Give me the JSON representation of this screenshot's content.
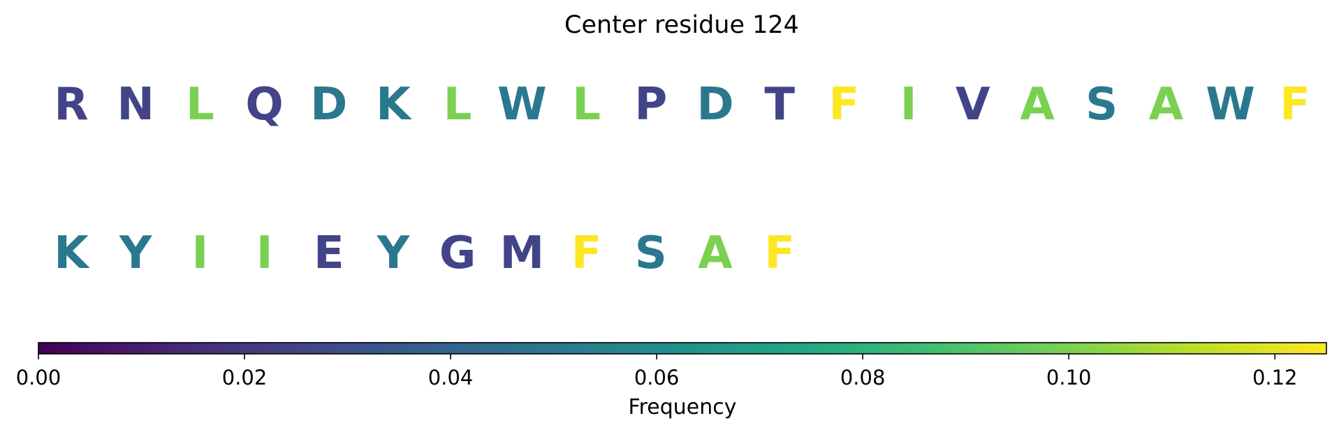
{
  "chart_data": {
    "type": "sequence-frequency",
    "title": "Center residue 124",
    "rows": [
      {
        "residues": [
          {
            "letter": "R",
            "frequency": 0.025
          },
          {
            "letter": "N",
            "frequency": 0.025
          },
          {
            "letter": "L",
            "frequency": 0.1
          },
          {
            "letter": "Q",
            "frequency": 0.025
          },
          {
            "letter": "D",
            "frequency": 0.05
          },
          {
            "letter": "K",
            "frequency": 0.05
          },
          {
            "letter": "L",
            "frequency": 0.1
          },
          {
            "letter": "W",
            "frequency": 0.05
          },
          {
            "letter": "L",
            "frequency": 0.1
          },
          {
            "letter": "P",
            "frequency": 0.025
          },
          {
            "letter": "D",
            "frequency": 0.05
          },
          {
            "letter": "T",
            "frequency": 0.025
          },
          {
            "letter": "F",
            "frequency": 0.125
          },
          {
            "letter": "I",
            "frequency": 0.1
          },
          {
            "letter": "V",
            "frequency": 0.025
          },
          {
            "letter": "A",
            "frequency": 0.1
          },
          {
            "letter": "S",
            "frequency": 0.05
          },
          {
            "letter": "A",
            "frequency": 0.1
          },
          {
            "letter": "W",
            "frequency": 0.05
          },
          {
            "letter": "F",
            "frequency": 0.125
          }
        ]
      },
      {
        "residues": [
          {
            "letter": "K",
            "frequency": 0.05
          },
          {
            "letter": "Y",
            "frequency": 0.05
          },
          {
            "letter": "I",
            "frequency": 0.1
          },
          {
            "letter": "I",
            "frequency": 0.1
          },
          {
            "letter": "E",
            "frequency": 0.025
          },
          {
            "letter": "Y",
            "frequency": 0.05
          },
          {
            "letter": "G",
            "frequency": 0.025
          },
          {
            "letter": "M",
            "frequency": 0.025
          },
          {
            "letter": "F",
            "frequency": 0.125
          },
          {
            "letter": "S",
            "frequency": 0.05
          },
          {
            "letter": "A",
            "frequency": 0.1
          },
          {
            "letter": "F",
            "frequency": 0.125
          }
        ]
      }
    ],
    "colorbar": {
      "colormap": "viridis",
      "range": [
        0,
        0.125
      ],
      "ticks": [
        0.0,
        0.02,
        0.04,
        0.06,
        0.08,
        0.1,
        0.12
      ],
      "tick_labels": [
        "0.00",
        "0.02",
        "0.04",
        "0.06",
        "0.08",
        "0.10",
        "0.12"
      ],
      "label": "Frequency",
      "orientation": "horizontal",
      "placement": "bottom"
    }
  }
}
